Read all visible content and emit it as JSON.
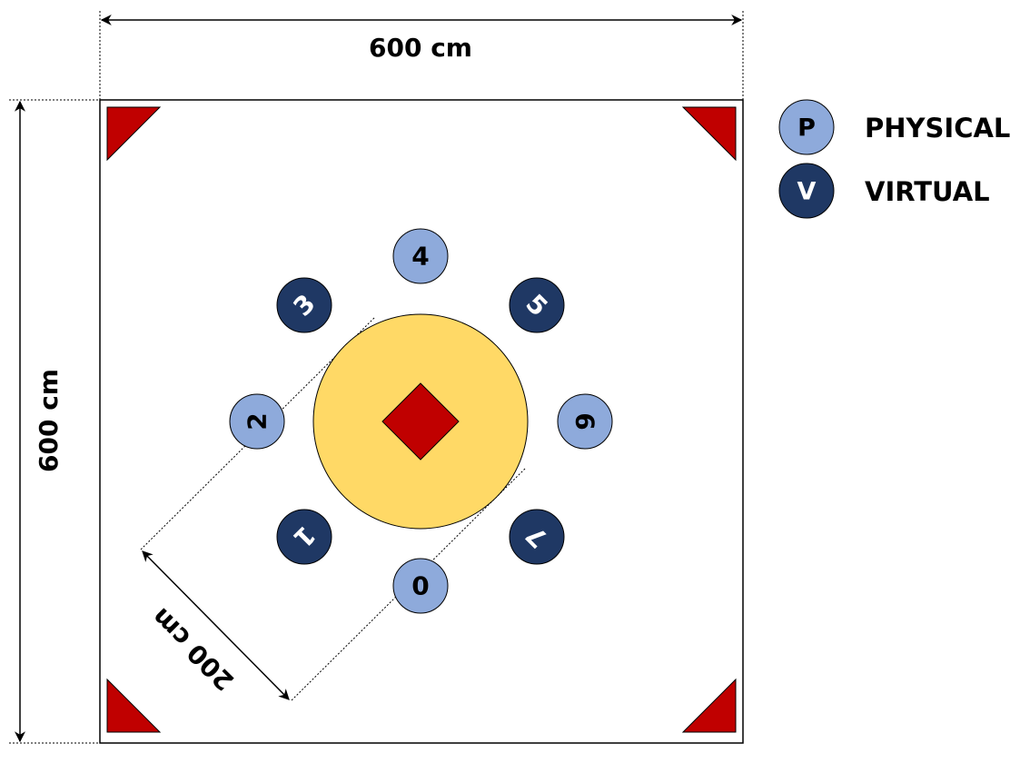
{
  "colors": {
    "physical": "#8eaadb",
    "virtual": "#1f3864",
    "center_circle": "#ffd966",
    "red": "#c00000",
    "line": "#000000"
  },
  "dimensions": {
    "width_label": "600 cm",
    "height_label": "600 cm",
    "diagonal_label": "200 cm"
  },
  "legend": {
    "physical": {
      "symbol": "P",
      "label": "PHYSICAL"
    },
    "virtual": {
      "symbol": "V",
      "label": "VIRTUAL"
    }
  },
  "nodes": [
    {
      "label": "0",
      "type": "physical"
    },
    {
      "label": "1",
      "type": "virtual"
    },
    {
      "label": "2",
      "type": "physical"
    },
    {
      "label": "3",
      "type": "virtual"
    },
    {
      "label": "4",
      "type": "physical"
    },
    {
      "label": "5",
      "type": "virtual"
    },
    {
      "label": "6",
      "type": "physical"
    },
    {
      "label": "7",
      "type": "virtual"
    }
  ]
}
